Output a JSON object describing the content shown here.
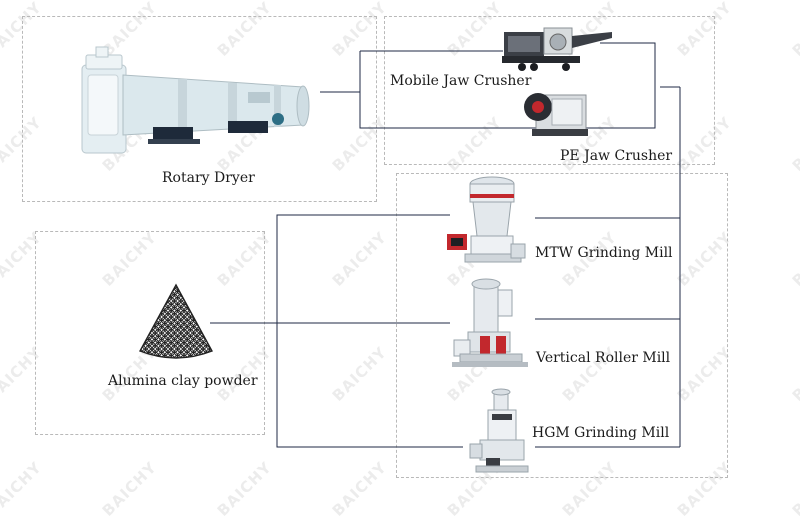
{
  "watermark": {
    "text": "BAICHY"
  },
  "nodes": {
    "rotary_dryer": "Rotary Dryer",
    "mobile_jaw_crusher": "Mobile Jaw Crusher",
    "pe_jaw_crusher": "PE Jaw Crusher",
    "mtw_grinding_mill": "MTW Grinding Mill",
    "vertical_roller_mill": "Vertical Roller Mill",
    "hgm_grinding_mill": "HGM Grinding Mill",
    "alumina_clay_powder": "Alumina clay powder"
  },
  "colors": {
    "dryer_body": "#dde9ee",
    "mill_body": "#e6eaee",
    "accent_red": "#c2282d",
    "line": "#1f2a44"
  }
}
